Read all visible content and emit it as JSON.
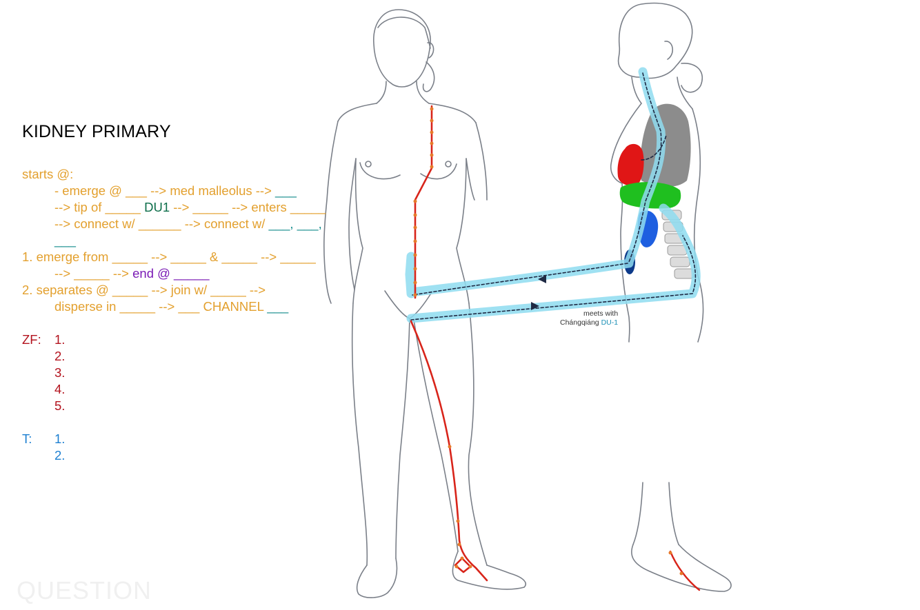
{
  "title": "KIDNEY PRIMARY",
  "watermark": "QUESTION",
  "lines": {
    "l0": "starts @:",
    "l1a": "- emerge @ ___ --> med malleolus --> ",
    "l1b": "___",
    "l2a": "--> tip of _____ ",
    "l2b": "DU1",
    "l2c": " --> _____ --> enters _____",
    "l3a": "--> connect w/ ______ --> connect w/ ",
    "l3b": "___, ___,",
    "l4": "___",
    "l5": "1. emerge from _____ --> _____ & _____ --> _____",
    "l6a": "--> _____ --> ",
    "l6b": "end @ _____",
    "l7": "2. separates @ _____ --> join w/ _____ -->",
    "l8a": "disperse in _____ --> ___ CHANNEL ",
    "l8b": "___"
  },
  "zf": {
    "label": "ZF:",
    "items": [
      "1.",
      "2.",
      "3.",
      "4.",
      "5."
    ]
  },
  "t": {
    "label": "T:",
    "items": [
      "1.",
      "2."
    ]
  },
  "annotation": {
    "line1": "meets with",
    "line2": "Chángqiáng ",
    "line2b": "DU-1"
  },
  "colors": {
    "prompt": "#e3a02e",
    "answer_teal": "#1a8f8f",
    "answer_green": "#0d6e4a",
    "answer_purple": "#7a1bb5",
    "zf": "#b3131e",
    "t": "#1c7fd1",
    "channel": "#d8241a",
    "branch_highlight": "#8fdcf0"
  }
}
